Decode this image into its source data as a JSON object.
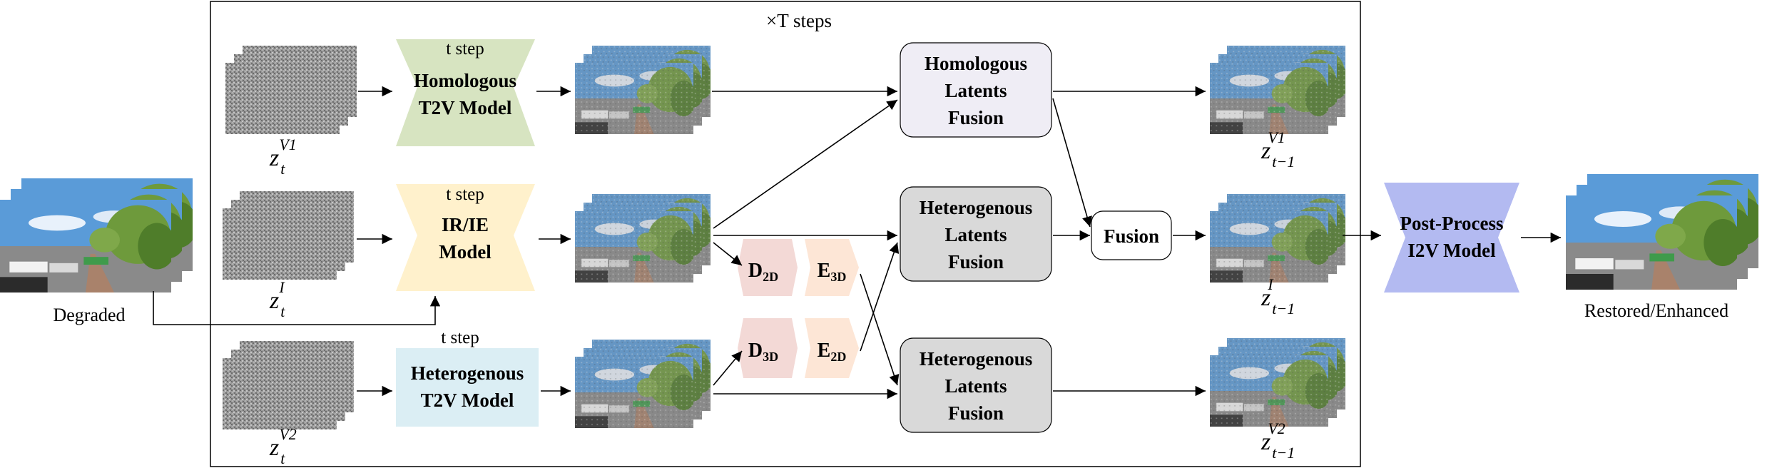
{
  "colors": {
    "homologous_t2v": "#d7e4c1",
    "ir_ie": "#fff1cc",
    "heterogenous_t2v": "#dbeef4",
    "homologous_fusion": "#efedf5",
    "heterogenous_fusion": "#d9d9d9",
    "decoder": "#f3d9d6",
    "encoder": "#fde6d6",
    "post_process": "#b3baf1",
    "sky": "#5a9bd8",
    "tree": "#6e9a3c",
    "road": "#8a8a8a",
    "noise": "#9a9a9a"
  },
  "loop_label": "×T steps",
  "inputs": {
    "degraded_label": "Degraded"
  },
  "noise_latents": {
    "top": {
      "base": "z",
      "sub": "t",
      "sup": "V1"
    },
    "mid": {
      "base": "z",
      "sub": "t",
      "sup": "I"
    },
    "bot": {
      "base": "z",
      "sub": "t",
      "sup": "V2"
    }
  },
  "models": {
    "homologous_t2v": {
      "step": "t step",
      "line1": "Homologous",
      "line2": "T2V Model"
    },
    "ir_ie": {
      "step": "t step",
      "line1": "IR/IE",
      "line2": "Model"
    },
    "heterogenous_t2v": {
      "step": "t step",
      "line1": "Heterogenous",
      "line2": "T2V Model"
    }
  },
  "fusions": {
    "homologous": {
      "line1": "Homologous",
      "line2": "Latents",
      "line3": "Fusion"
    },
    "heterogenous_mid": {
      "line1": "Heterogenous",
      "line2": "Latents",
      "line3": "Fusion"
    },
    "heterogenous_bot": {
      "line1": "Heterogenous",
      "line2": "Latents",
      "line3": "Fusion"
    },
    "final": {
      "label": "Fusion"
    }
  },
  "converters": {
    "d2d": {
      "base": "D",
      "sub": "2D"
    },
    "e3d": {
      "base": "E",
      "sub": "3D"
    },
    "d3d": {
      "base": "D",
      "sub": "3D"
    },
    "e2d": {
      "base": "E",
      "sub": "2D"
    }
  },
  "outputs": {
    "top": {
      "base": "z",
      "sub": "t−1",
      "sup": "V1"
    },
    "mid": {
      "base": "z",
      "sub": "t−1",
      "sup": "I"
    },
    "bot": {
      "base": "z",
      "sub": "t−1",
      "sup": "V2"
    }
  },
  "post_process": {
    "line1": "Post-Process",
    "line2": "I2V Model"
  },
  "restored_label": "Restored/Enhanced"
}
